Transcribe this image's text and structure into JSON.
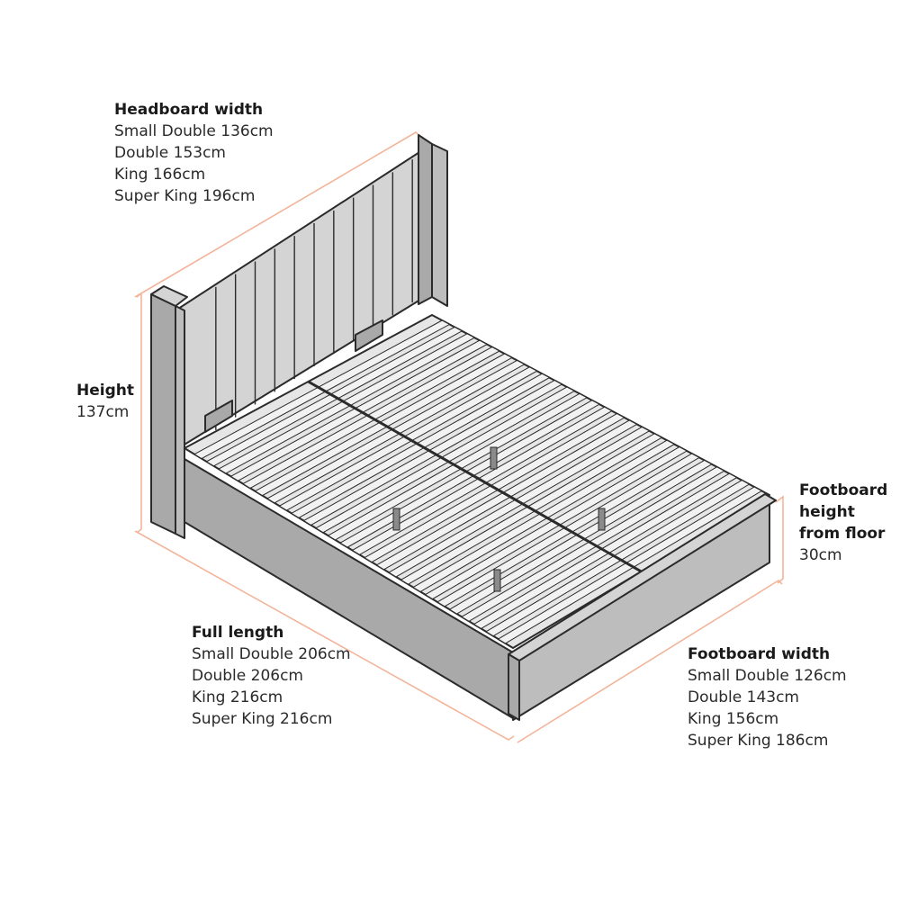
{
  "colors": {
    "dimension_line": "#f3b49a",
    "outline": "#2b2b2b",
    "fabric": "#a9a9a9",
    "fabric_light": "#d4d4d4",
    "fabric_dark": "#bdbdbd",
    "slat": "#f2f2f2"
  },
  "dimensions": {
    "headboard_width": {
      "title": "Headboard width",
      "lines": [
        "Small Double 136cm",
        "Double 153cm",
        "King 166cm",
        "Super King 196cm"
      ]
    },
    "height": {
      "title": "Height",
      "lines": [
        "137cm"
      ]
    },
    "footboard_height": {
      "title_lines": [
        "Footboard",
        "height",
        "from floor"
      ],
      "lines": [
        "30cm"
      ]
    },
    "full_length": {
      "title": "Full length",
      "lines": [
        "Small Double 206cm",
        "Double 206cm",
        "King 216cm",
        "Super King 216cm"
      ]
    },
    "footboard_width": {
      "title": "Footboard width",
      "lines": [
        "Small Double 126cm",
        "Double 143cm",
        "King 156cm",
        "Super King 186cm"
      ]
    }
  }
}
